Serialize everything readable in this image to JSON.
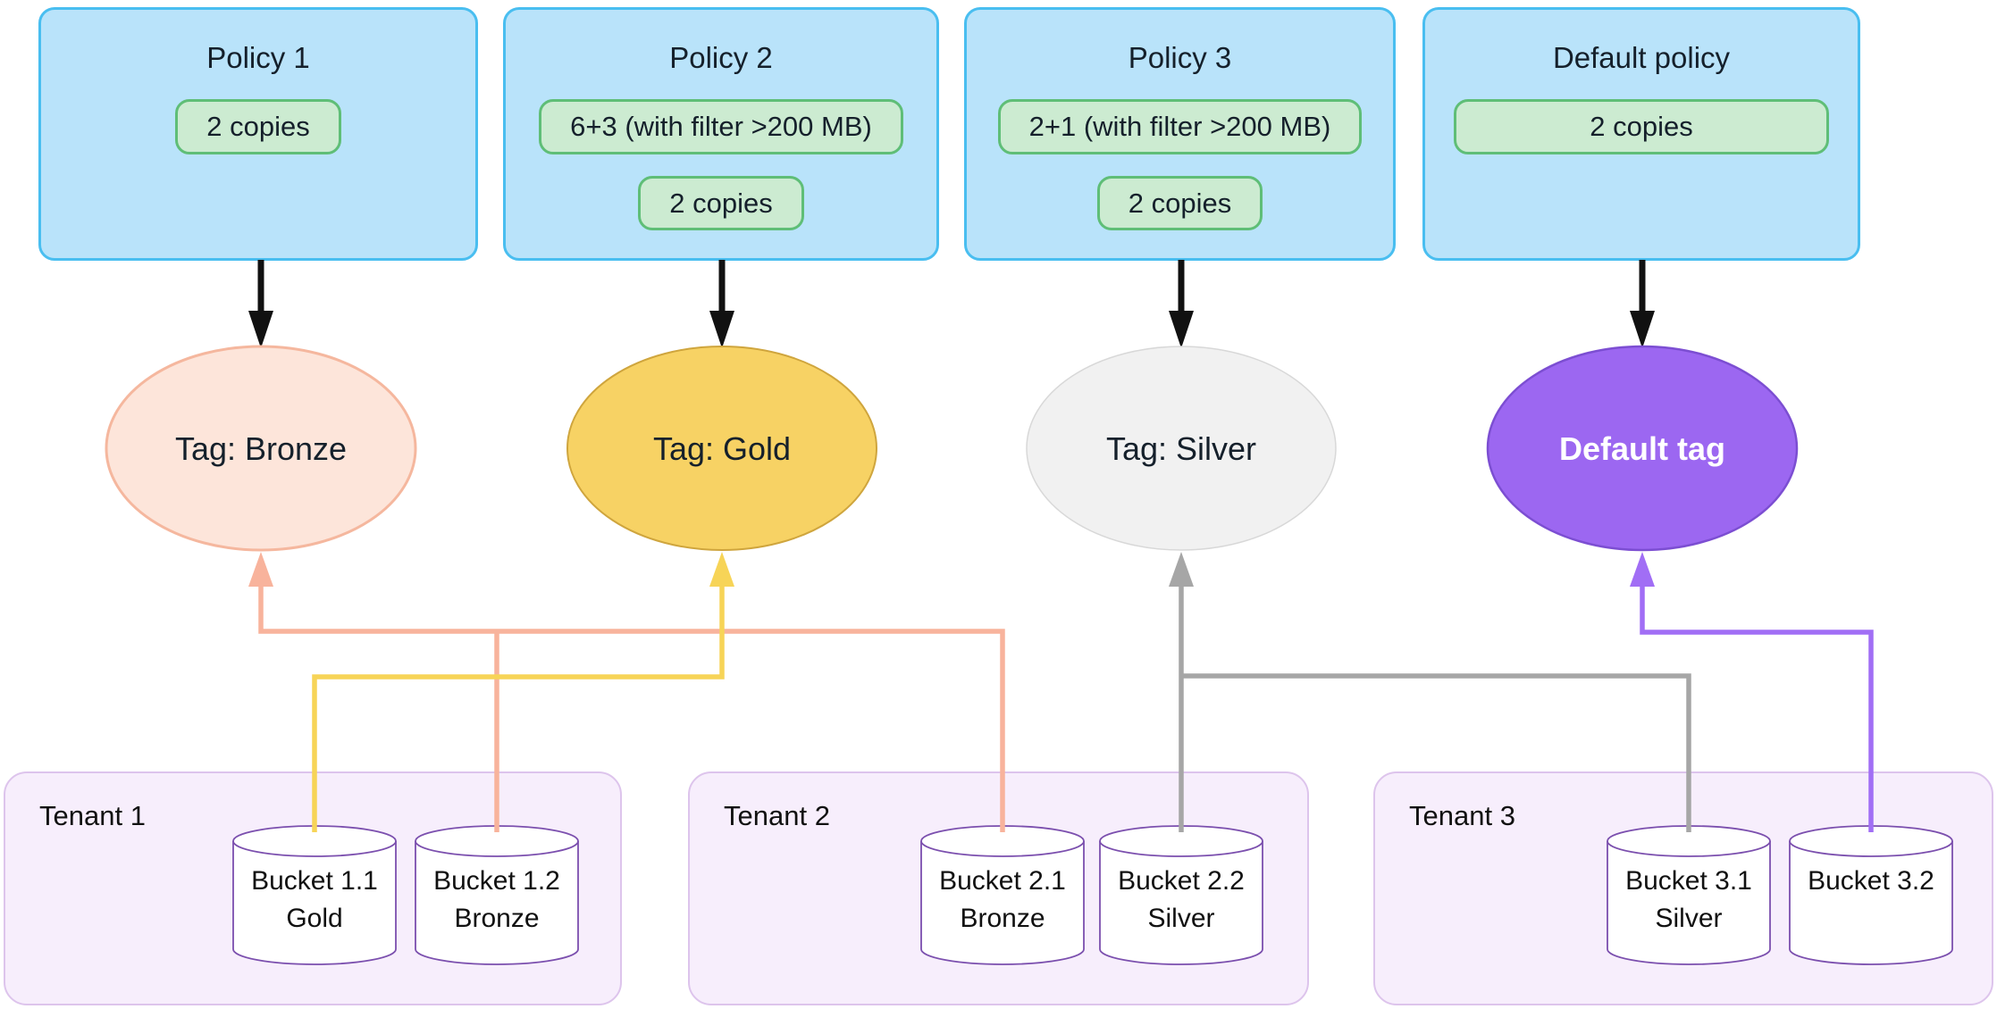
{
  "policies": [
    {
      "title": "Policy 1",
      "rules": [
        "2 copies"
      ]
    },
    {
      "title": "Policy 2",
      "rules": [
        "6+3 (with filter >200 MB)",
        "2 copies"
      ]
    },
    {
      "title": "Policy 3",
      "rules": [
        "2+1 (with filter >200 MB)",
        "2 copies"
      ]
    },
    {
      "title": "Default policy",
      "rules": [
        "2 copies"
      ]
    }
  ],
  "tags": [
    {
      "label": "Tag: Bronze",
      "fill": "#fde5da",
      "stroke": "#f5b79e",
      "line_color": "#f8b39c",
      "text_color": "#15202b"
    },
    {
      "label": "Tag: Gold",
      "fill": "#f7d264",
      "stroke": "#cfa53d",
      "line_color": "#f7d457",
      "text_color": "#15202b"
    },
    {
      "label": "Tag: Silver",
      "fill": "#f1f1f1",
      "stroke": "#d8d8d8",
      "line_color": "#a6a6a6",
      "text_color": "#15202b"
    },
    {
      "label": "Default tag",
      "fill": "#9c67f1",
      "stroke": "#7c4ed2",
      "line_color": "#a16ef5",
      "text_color": "#ffffff"
    }
  ],
  "tenants": [
    {
      "label": "Tenant 1",
      "buckets": [
        {
          "name": "Bucket 1.1",
          "tag": "Gold"
        },
        {
          "name": "Bucket 1.2",
          "tag": "Bronze"
        }
      ]
    },
    {
      "label": "Tenant 2",
      "buckets": [
        {
          "name": "Bucket 2.1",
          "tag": "Bronze"
        },
        {
          "name": "Bucket 2.2",
          "tag": "Silver"
        }
      ]
    },
    {
      "label": "Tenant 3",
      "buckets": [
        {
          "name": "Bucket 3.1",
          "tag": "Silver"
        },
        {
          "name": "Bucket 3.2",
          "tag": ""
        }
      ]
    }
  ],
  "connections": {
    "policy_to_tag": [
      [
        "Policy 1",
        "Tag: Bronze"
      ],
      [
        "Policy 2",
        "Tag: Gold"
      ],
      [
        "Policy 3",
        "Tag: Silver"
      ],
      [
        "Default policy",
        "Default tag"
      ]
    ],
    "bucket_to_tag": [
      [
        "Bucket 1.1",
        "Tag: Gold"
      ],
      [
        "Bucket 1.2",
        "Tag: Bronze"
      ],
      [
        "Bucket 2.1",
        "Tag: Bronze"
      ],
      [
        "Bucket 2.2",
        "Tag: Silver"
      ],
      [
        "Bucket 3.1",
        "Tag: Silver"
      ],
      [
        "Bucket 3.2",
        "Default tag"
      ]
    ]
  },
  "colors": {
    "policy_fill": "#b9e3fa",
    "policy_border": "#49bef0",
    "rule_pill_fill": "#ccebd1",
    "rule_pill_border": "#5fbe77",
    "tenant_fill": "#f7eefc",
    "tenant_border": "#ddc4ec",
    "bucket_outline": "#7b4fae",
    "policy_arrow": "#111111",
    "text": "#15202b"
  }
}
